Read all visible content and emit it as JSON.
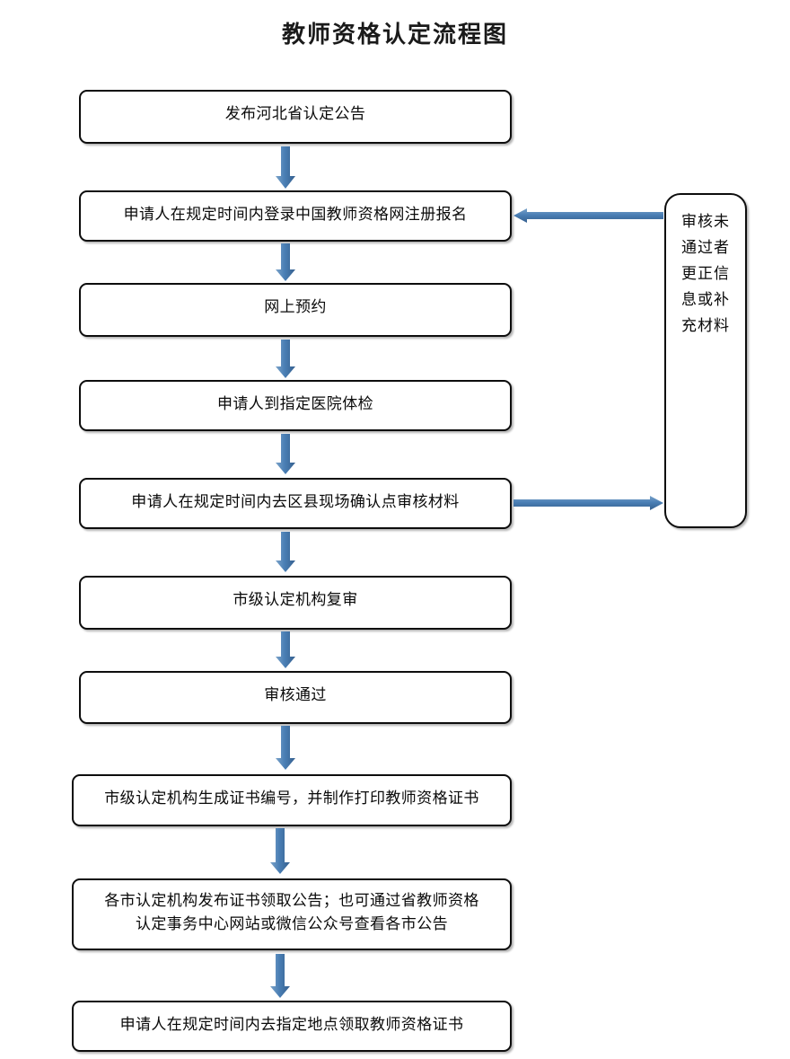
{
  "title": "教师资格认定流程图",
  "colors": {
    "arrow_light": "#6f9bc6",
    "arrow_mid": "#4a7fb5",
    "arrow_dark": "#3a6898",
    "box_border": "#0d0d0d",
    "box_fill": "#ffffff",
    "text": "#0a0a0a"
  },
  "chart_data": {
    "type": "flowchart",
    "title": "教师资格认定流程图",
    "orientation": "vertical",
    "node_count": 11,
    "nodes": [
      {
        "id": "n1",
        "label": "发布河北省认定公告"
      },
      {
        "id": "n2",
        "label": "申请人在规定时间内登录中国教师资格网注册报名"
      },
      {
        "id": "n3",
        "label": "网上预约"
      },
      {
        "id": "n4",
        "label": "申请人到指定医院体检"
      },
      {
        "id": "n5",
        "label": "申请人在规定时间内去区县现场确认点审核材料"
      },
      {
        "id": "n6",
        "label": "市级认定机构复审"
      },
      {
        "id": "n7",
        "label": "审核通过"
      },
      {
        "id": "n8",
        "label": "市级认定机构生成证书编号，并制作打印教师资格证书"
      },
      {
        "id": "n9",
        "label": "各市认定机构发布证书领取公告；也可通过省教师资格\n认定事务中心网站或微信公众号查看各市公告"
      },
      {
        "id": "n10",
        "label": "申请人在规定时间内去指定地点领取教师资格证书"
      },
      {
        "id": "nside",
        "label": "审核未\n通过者\n更正信\n息或补\n充材料"
      }
    ],
    "edges": [
      {
        "from": "n1",
        "to": "n2",
        "direction": "down"
      },
      {
        "from": "n2",
        "to": "n3",
        "direction": "down"
      },
      {
        "from": "n3",
        "to": "n4",
        "direction": "down"
      },
      {
        "from": "n4",
        "to": "n5",
        "direction": "down"
      },
      {
        "from": "n5",
        "to": "n6",
        "direction": "down"
      },
      {
        "from": "n6",
        "to": "n7",
        "direction": "down"
      },
      {
        "from": "n7",
        "to": "n8",
        "direction": "down"
      },
      {
        "from": "n8",
        "to": "n9",
        "direction": "down"
      },
      {
        "from": "n9",
        "to": "n10",
        "direction": "down"
      },
      {
        "from": "n5",
        "to": "nside",
        "direction": "right"
      },
      {
        "from": "nside",
        "to": "n2",
        "direction": "left"
      }
    ]
  },
  "nodes": {
    "n1": {
      "label": "发布河北省认定公告"
    },
    "n2": {
      "label": "申请人在规定时间内登录中国教师资格网注册报名"
    },
    "n3": {
      "label": "网上预约"
    },
    "n4": {
      "label": "申请人到指定医院体检"
    },
    "n5": {
      "label": "申请人在规定时间内去区县现场确认点审核材料"
    },
    "n6": {
      "label": "市级认定机构复审"
    },
    "n7": {
      "label": "审核通过"
    },
    "n8": {
      "label": "市级认定机构生成证书编号，并制作打印教师资格证书"
    },
    "n9": {
      "label": "各市认定机构发布证书领取公告；也可通过省教师资格\n认定事务中心网站或微信公众号查看各市公告"
    },
    "n10": {
      "label": "申请人在规定时间内去指定地点领取教师资格证书"
    },
    "nside": {
      "label": "审核未\n通过者\n更正信\n息或补\n充材料"
    }
  }
}
